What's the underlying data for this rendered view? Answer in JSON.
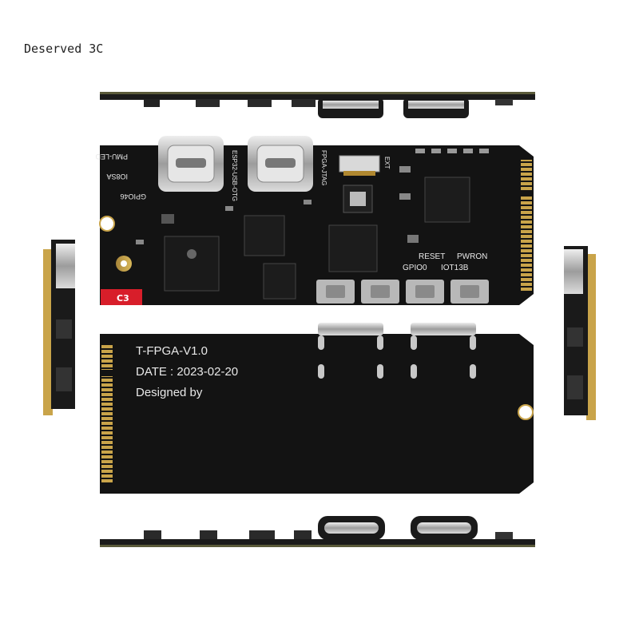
{
  "watermark": "Deserved 3C",
  "top_silkscreen": {
    "left_labels": [
      "PMU-LED",
      "IO8SA",
      "GPIO46"
    ],
    "usb_label_1": "ESP32-USB-OTG",
    "usb_label_2": "FPGA-JTAG",
    "ext_label": "EXT",
    "reset_label": "RESET",
    "pwron_label": "PWRON",
    "gpio0_label": "GPIO0",
    "io_label": "IOT13B",
    "badge": "C3"
  },
  "back_silkscreen": {
    "line1": "T-FPGA-V1.0",
    "line2": "DATE : 2023-02-20",
    "line3": "Designed by"
  },
  "colors": {
    "pcb": "#131313",
    "pcb_edge": "#2a2a2a",
    "gold": "#c9a44a",
    "silkscreen": "#e8e8e8",
    "badge_red": "#d81e2a",
    "metal": "#c8c8c8"
  }
}
